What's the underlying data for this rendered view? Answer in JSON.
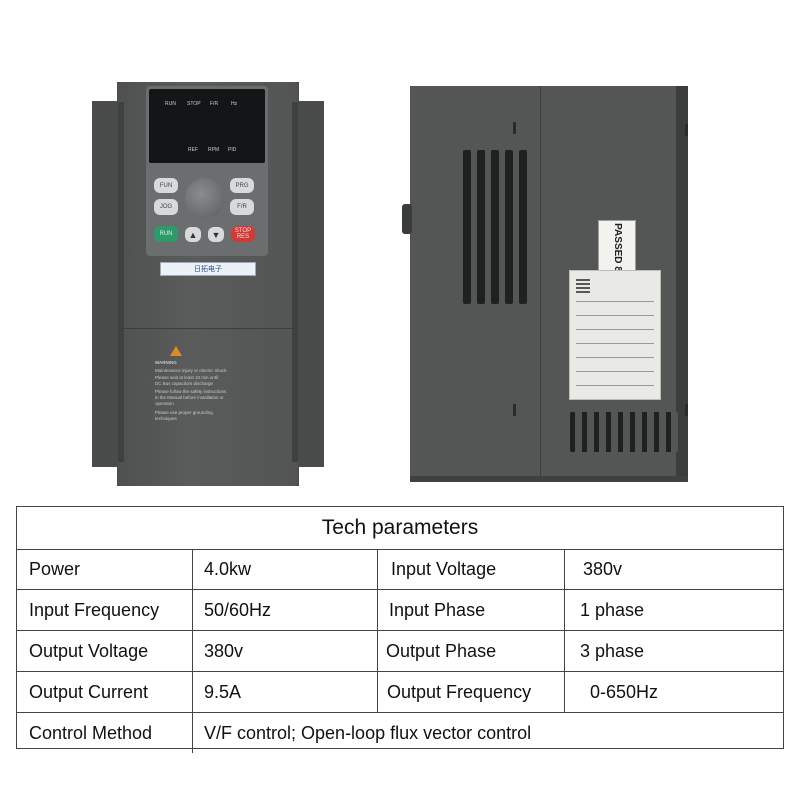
{
  "front_panel": {
    "led_labels_top": [
      "RUN",
      "STOP",
      "F/R",
      "Hz"
    ],
    "led_labels_bottom": [
      "REF",
      "RPM",
      "PID"
    ],
    "keys": {
      "fun": "FUN",
      "prg": "PRG",
      "jog": "JOG",
      "fr": "F/R",
      "run": "RUN",
      "stop": "STOP",
      "res": "RES"
    },
    "brand": "日拓电子",
    "warning_title": "WARNING",
    "warning_lines": [
      "Maintenance injury or electric shock",
      "Please wait at least 10 min until",
      "DC Bus capacitors discharge",
      "Please follow the safety instructions",
      "in the Manual before installation or",
      "operation",
      "Please use proper grounding",
      "techniques"
    ]
  },
  "side_panel": {
    "passed_sticker": "PASSED 8"
  },
  "table": {
    "title": "Tech parameters",
    "rows": [
      {
        "l1": "Power",
        "v1": "4.0kw",
        "l2": "Input Voltage",
        "v2": "380v"
      },
      {
        "l1": "Input Frequency",
        "v1": "50/60Hz",
        "l2": "Input Phase",
        "v2": "1 phase"
      },
      {
        "l1": "Output Voltage",
        "v1": "380v",
        "l2": "Output Phase",
        "v2": "3 phase"
      },
      {
        "l1": "Output Current",
        "v1": "9.5A",
        "l2": "Output Frequency",
        "v2": "0-650Hz"
      }
    ],
    "last_row": {
      "label": "Control Method",
      "value": "V/F control; Open-loop flux vector control"
    }
  }
}
